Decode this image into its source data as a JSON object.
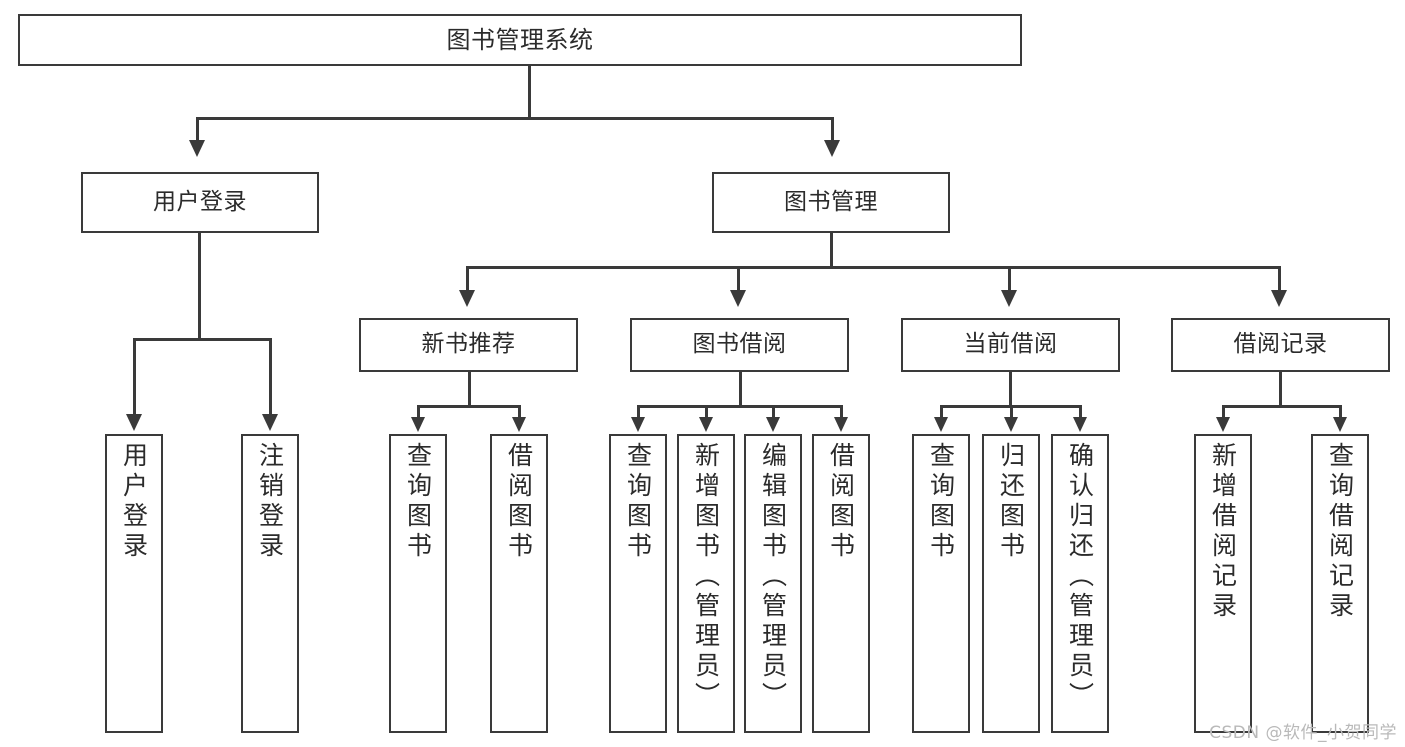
{
  "diagram": {
    "title": "图书管理系统",
    "type": "hierarchy-tree",
    "levels": 4,
    "root": {
      "label": "图书管理系统"
    },
    "level2": [
      {
        "label": "用户登录"
      },
      {
        "label": "图书管理"
      }
    ],
    "level3": [
      {
        "label": "新书推荐"
      },
      {
        "label": "图书借阅"
      },
      {
        "label": "当前借阅"
      },
      {
        "label": "借阅记录"
      }
    ],
    "leaves": {
      "user_login": [
        {
          "label": "用户登录"
        },
        {
          "label": "注销登录"
        }
      ],
      "new_book_recommend": [
        {
          "label": "查询图书"
        },
        {
          "label": "借阅图书"
        }
      ],
      "book_borrow": [
        {
          "label": "查询图书"
        },
        {
          "label": "新增图书（管理员）"
        },
        {
          "label": "编辑图书（管理员）"
        },
        {
          "label": "借阅图书"
        }
      ],
      "current_borrow": [
        {
          "label": "查询图书"
        },
        {
          "label": "归还图书"
        },
        {
          "label": "确认归还（管理员）"
        }
      ],
      "borrow_record": [
        {
          "label": "新增借阅记录"
        },
        {
          "label": "查询借阅记录"
        }
      ]
    }
  },
  "watermark": {
    "text": "CSDN @软件_小贺同学"
  },
  "colors": {
    "background": "#ffffff",
    "stroke": "#3a3a3a",
    "text": "#2b2b2b",
    "watermark": "#b9b9b9"
  }
}
